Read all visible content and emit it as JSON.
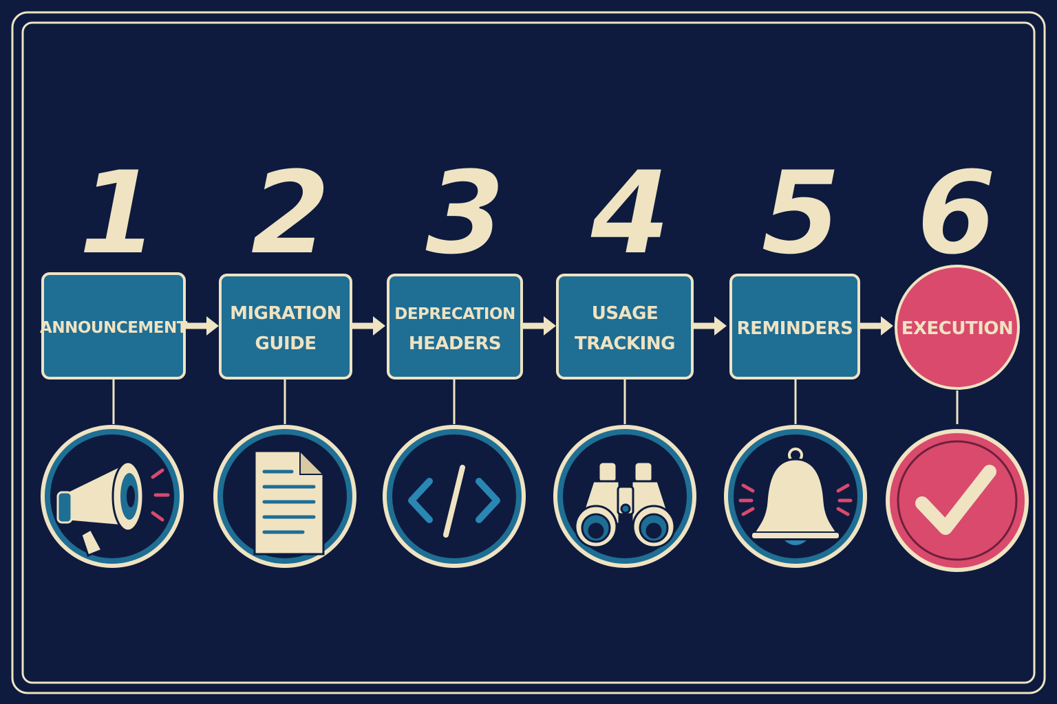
{
  "colors": {
    "background": "#0e1b3f",
    "cream": "#efe3c2",
    "step_box": "#1f6e94",
    "final_step": "#d94a6d",
    "icon_ring": "#1f6e94"
  },
  "steps": [
    {
      "number": "1",
      "label_lines": [
        "ANNOUNCEMENT"
      ],
      "icon": "megaphone-icon"
    },
    {
      "number": "2",
      "label_lines": [
        "MIGRATION",
        "GUIDE"
      ],
      "icon": "document-icon"
    },
    {
      "number": "3",
      "label_lines": [
        "DEPRECATION",
        "HEADERS"
      ],
      "icon": "code-icon"
    },
    {
      "number": "4",
      "label_lines": [
        "USAGE",
        "TRACKING"
      ],
      "icon": "binoculars-icon"
    },
    {
      "number": "5",
      "label_lines": [
        "REMINDERS"
      ],
      "icon": "bell-icon"
    },
    {
      "number": "6",
      "label_lines": [
        "EXECUTION"
      ],
      "icon": "checkmark-icon"
    }
  ]
}
